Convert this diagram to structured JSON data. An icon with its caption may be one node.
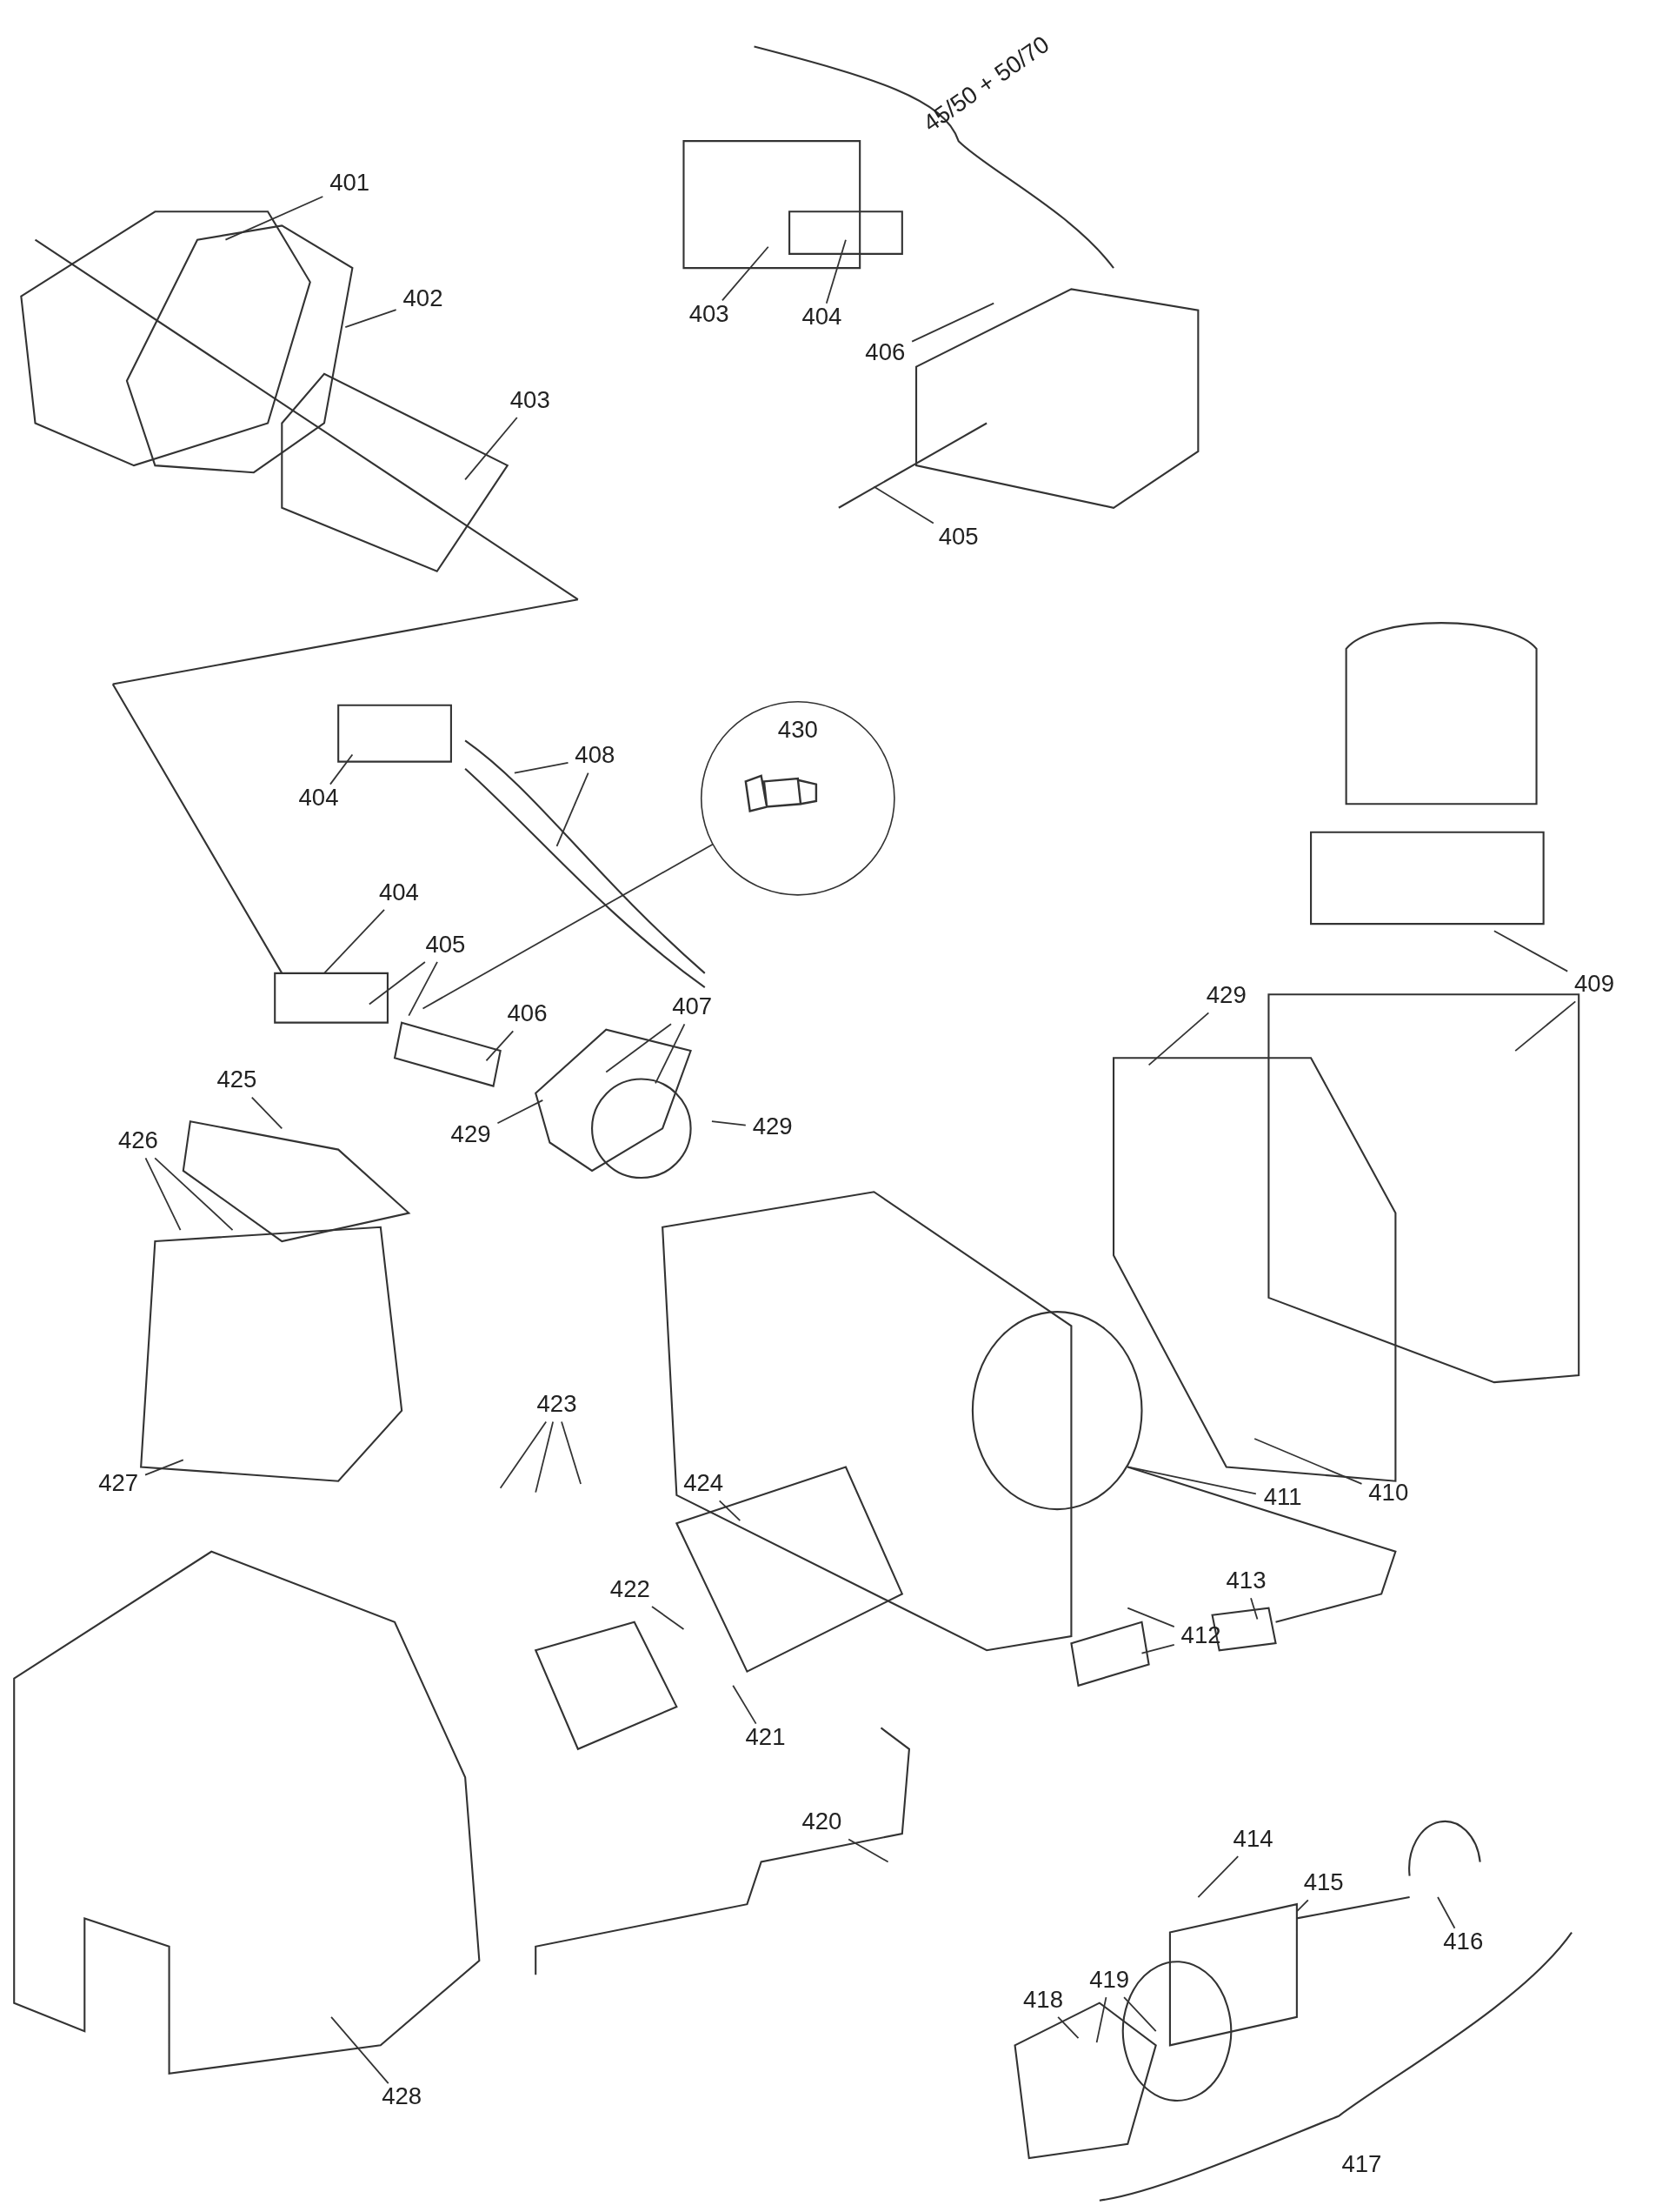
{
  "diagram": {
    "nodes": [
      {
        "text": [
          "401"
        ]
      },
      {
        "text": [
          "402"
        ]
      },
      {
        "text": [
          "403"
        ]
      },
      {
        "text": [
          "403"
        ]
      },
      {
        "text": [
          "404"
        ]
      },
      {
        "text": [
          "406"
        ]
      },
      {
        "text": [
          "405"
        ]
      },
      {
        "text": [
          "430"
        ]
      },
      {
        "text": [
          "408"
        ]
      },
      {
        "text": [
          "404"
        ]
      },
      {
        "text": [
          "404"
        ]
      },
      {
        "text": [
          "405"
        ]
      },
      {
        "text": [
          "406"
        ]
      },
      {
        "text": [
          "407"
        ]
      },
      {
        "text": [
          "429"
        ]
      },
      {
        "text": [
          "409"
        ]
      },
      {
        "text": [
          "425"
        ]
      },
      {
        "text": [
          "426"
        ]
      },
      {
        "text": [
          "429"
        ]
      },
      {
        "text": [
          "429"
        ]
      },
      {
        "text": [
          "427"
        ]
      },
      {
        "text": [
          "423"
        ]
      },
      {
        "text": [
          "424"
        ]
      },
      {
        "text": [
          "411"
        ]
      },
      {
        "text": [
          "410"
        ]
      },
      {
        "text": [
          "422"
        ]
      },
      {
        "text": [
          "413"
        ]
      },
      {
        "text": [
          "412"
        ]
      },
      {
        "text": [
          "421"
        ]
      },
      {
        "text": [
          "420"
        ]
      },
      {
        "text": [
          "414"
        ]
      },
      {
        "text": [
          "415"
        ]
      },
      {
        "text": [
          "416"
        ]
      },
      {
        "text": [
          "419"
        ]
      },
      {
        "text": [
          "418"
        ]
      },
      {
        "text": [
          "428"
        ]
      }
    ],
    "edges": [
      {
        "from": 0,
        "to": null,
        "arrow": "none"
      },
      {
        "from": 1,
        "to": null,
        "arrow": "none"
      },
      {
        "from": 2,
        "to": null,
        "arrow": "none"
      },
      {
        "from": 3,
        "to": null,
        "arrow": "none"
      },
      {
        "from": 4,
        "to": null,
        "arrow": "none"
      },
      {
        "from": 5,
        "to": null,
        "arrow": "none"
      },
      {
        "from": 6,
        "to": null,
        "arrow": "none"
      },
      {
        "from": 7,
        "to": null,
        "arrow": "none"
      },
      {
        "from": 8,
        "to": null,
        "arrow": "none"
      },
      {
        "from": 8,
        "to": null,
        "arrow": "none"
      },
      {
        "from": 9,
        "to": null,
        "arrow": "none"
      },
      {
        "from": 10,
        "to": null,
        "arrow": "none"
      },
      {
        "from": 11,
        "to": null,
        "arrow": "none"
      },
      {
        "from": 11,
        "to": null,
        "arrow": "none"
      },
      {
        "from": 12,
        "to": null,
        "arrow": "none"
      },
      {
        "from": 13,
        "to": null,
        "arrow": "none"
      },
      {
        "from": 13,
        "to": null,
        "arrow": "none"
      },
      {
        "from": 14,
        "to": null,
        "arrow": "none"
      },
      {
        "from": 15,
        "to": null,
        "arrow": "none"
      },
      {
        "from": 15,
        "to": null,
        "arrow": "none"
      },
      {
        "from": 16,
        "to": null,
        "arrow": "none"
      },
      {
        "from": 17,
        "to": null,
        "arrow": "none"
      },
      {
        "from": 17,
        "to": null,
        "arrow": "none"
      },
      {
        "from": 18,
        "to": null,
        "arrow": "none"
      },
      {
        "from": 19,
        "to": null,
        "arrow": "none"
      },
      {
        "from": 20,
        "to": null,
        "arrow": "none"
      },
      {
        "from": 21,
        "to": null,
        "arrow": "none"
      },
      {
        "from": 21,
        "to": null,
        "arrow": "none"
      },
      {
        "from": 21,
        "to": null,
        "arrow": "none"
      },
      {
        "from": 22,
        "to": null,
        "arrow": "none"
      },
      {
        "from": 23,
        "to": null,
        "arrow": "none"
      },
      {
        "from": 24,
        "to": null,
        "arrow": "none"
      },
      {
        "from": 25,
        "to": null,
        "arrow": "none"
      },
      {
        "from": 26,
        "to": null,
        "arrow": "none"
      },
      {
        "from": 27,
        "to": null,
        "arrow": "none"
      },
      {
        "from": 27,
        "to": null,
        "arrow": "none"
      },
      {
        "from": 28,
        "to": null,
        "arrow": "none"
      },
      {
        "from": 29,
        "to": null,
        "arrow": "none"
      },
      {
        "from": 30,
        "to": null,
        "arrow": "none"
      },
      {
        "from": 31,
        "to": null,
        "arrow": "none"
      },
      {
        "from": 32,
        "to": null,
        "arrow": "none"
      },
      {
        "from": 33,
        "to": null,
        "arrow": "none"
      },
      {
        "from": 33,
        "to": null,
        "arrow": "none"
      },
      {
        "from": 34,
        "to": null,
        "arrow": "none"
      },
      {
        "from": 35,
        "to": null,
        "arrow": "none"
      }
    ],
    "labels": [
      "45/50 + 50/70",
      "417"
    ]
  }
}
